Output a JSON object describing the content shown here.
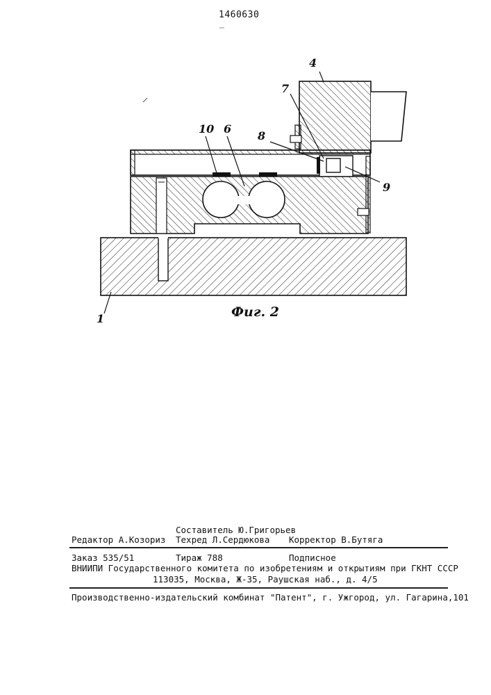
{
  "header": {
    "patent_number": "1460630"
  },
  "figure": {
    "caption": "Фиг. 2",
    "labels": {
      "l1": "1",
      "l4": "4",
      "l6": "6",
      "l7": "7",
      "l8": "8",
      "l9": "9",
      "l10": "10"
    },
    "hatch_color": "#222222"
  },
  "imprint": {
    "compiler": "Составитель Ю.Григорьев",
    "editor": "Редактор А.Козориз",
    "techred": "Техред Л.Сердюкова",
    "corrector": "Корректор В.Бутяга",
    "order": "Заказ 535/51",
    "circulation": "Тираж 788",
    "subscription": "Подписное",
    "org_line1": "ВНИИПИ Государственного комитета по изобретениям и открытиям при ГКНТ СССР",
    "org_line2": "113035, Москва, Ж-35, Раушская наб., д. 4/5",
    "publisher": "Производственно-издательский комбинат \"Патент\", г. Ужгород, ул. Гагарина,101"
  }
}
